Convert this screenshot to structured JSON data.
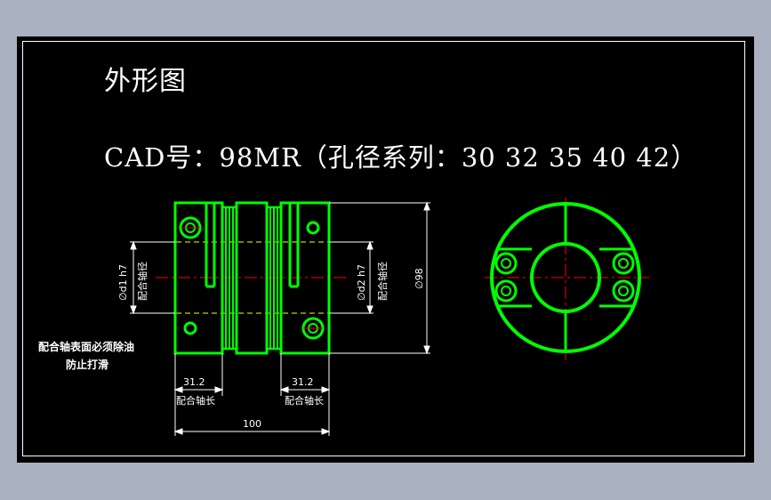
{
  "drawing": {
    "title": "外形图",
    "cad_line": "CAD号：98MR（孔径系列：30   32   35   40   42）",
    "dimensions": {
      "d1": "∅d1 h7",
      "d1_label": "配合轴径",
      "d2": "∅d2 h7",
      "d2_label": "配合轴径",
      "outer_diameter": "∅98",
      "left_fit_length": "31.2",
      "left_fit_label": "配合轴长",
      "right_fit_length": "31.2",
      "right_fit_label": "配合轴长",
      "total_length": "100"
    },
    "note_line1": "配合轴表面必须除油",
    "note_line2": "防止打滑"
  },
  "colors": {
    "part": "#00ff00",
    "dimension": "#ffffff",
    "centerline": "#ff0000",
    "hidden": "#ffff00",
    "background": "#000000"
  }
}
